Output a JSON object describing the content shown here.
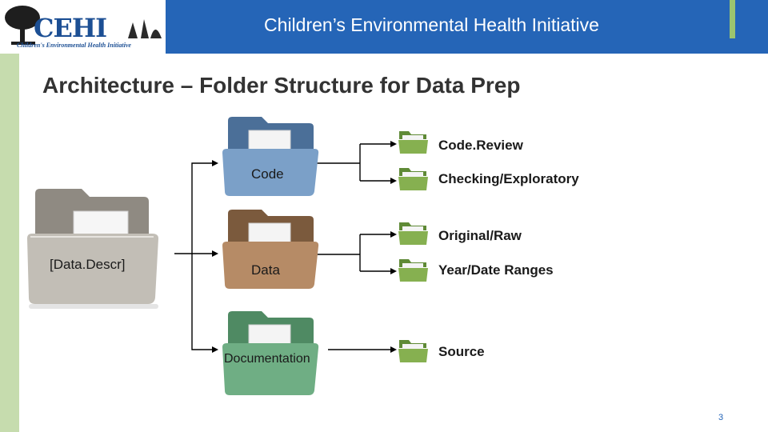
{
  "header": {
    "title": "Children’s Environmental Health Initiative",
    "logo_text": "CEHI",
    "logo_subtitle": "Children's Environmental Health Initiative"
  },
  "slide": {
    "title": "Architecture – Folder Structure for Data Prep",
    "page_number": "3"
  },
  "diagram": {
    "root": {
      "label": "[Data.Descr]"
    },
    "folders": {
      "code": {
        "label": "Code",
        "children": [
          "Code.Review",
          "Checking/Exploratory"
        ]
      },
      "data": {
        "label": "Data",
        "children": [
          "Original/Raw",
          "Year/Date Ranges"
        ]
      },
      "documentation": {
        "label": "Documentation",
        "children": [
          "Source"
        ]
      }
    }
  },
  "colors": {
    "header_blue": "#2565b7",
    "accent_green": "#9bc46f",
    "folder_gray": "#b9b5ad",
    "folder_blue": "#6d8fb6",
    "folder_brown": "#a77e5a",
    "folder_green": "#5f9a73",
    "subfolder_green": "#7aa64a"
  }
}
